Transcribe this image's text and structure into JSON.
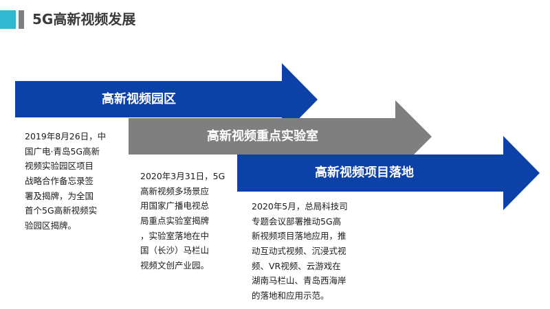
{
  "header": {
    "title": "5G高新视频发展"
  },
  "colors": {
    "blue": "#0c41a8",
    "gray": "#7f7f7f",
    "teal": "#2fb8cf"
  },
  "stages": [
    {
      "label": "高新视频园区",
      "lines": [
        "2019年8月26日，中",
        "国广电·青岛5G高新",
        "视频实验园区项目",
        "战略合作备忘录签",
        "署及揭牌，为全国",
        "首个5G高新视频实",
        "验园区揭牌。"
      ]
    },
    {
      "label": "高新视频重点实验室",
      "lines": [
        "2020年3月31日，5G",
        "高新视频多场景应",
        "用国家广播电视总",
        "局重点实验室揭牌",
        "，实验室落地在中",
        "国（长沙）马栏山",
        "视频文创产业园。"
      ]
    },
    {
      "label": "高新视频项目落地",
      "lines": [
        "2020年5月，总局科技司",
        "专题会议部署推动5G高",
        "新视频项目落地应用，推",
        "动互动式视频、沉浸式视",
        "频、VR视频、云游戏在",
        "湖南马栏山、青岛西海岸",
        "的落地和应用示范。"
      ]
    }
  ]
}
